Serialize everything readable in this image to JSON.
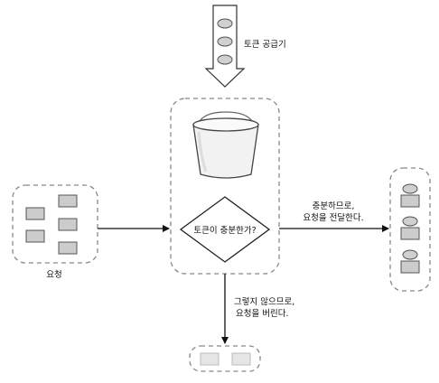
{
  "diagram": {
    "token_supply_label": "토큰 공급기",
    "decision_label": "토큰이 충분한가?",
    "requests_label": "요청",
    "forward_label_line1": "충분하므로,",
    "forward_label_line2": "요청을 전달한다.",
    "discard_label_line1": "그렇지 않으므로,",
    "discard_label_line2": "요청을 버린다."
  },
  "colors": {
    "stroke": "#333333",
    "dashed_border": "#888888",
    "request_fill": "#cccccc",
    "token_fill": "#d0d0d0",
    "discarded_fill": "#e6e6e6",
    "bucket_body": "#f2f2f2"
  },
  "icons": [
    "bucket-icon",
    "token-icon",
    "request-icon"
  ]
}
